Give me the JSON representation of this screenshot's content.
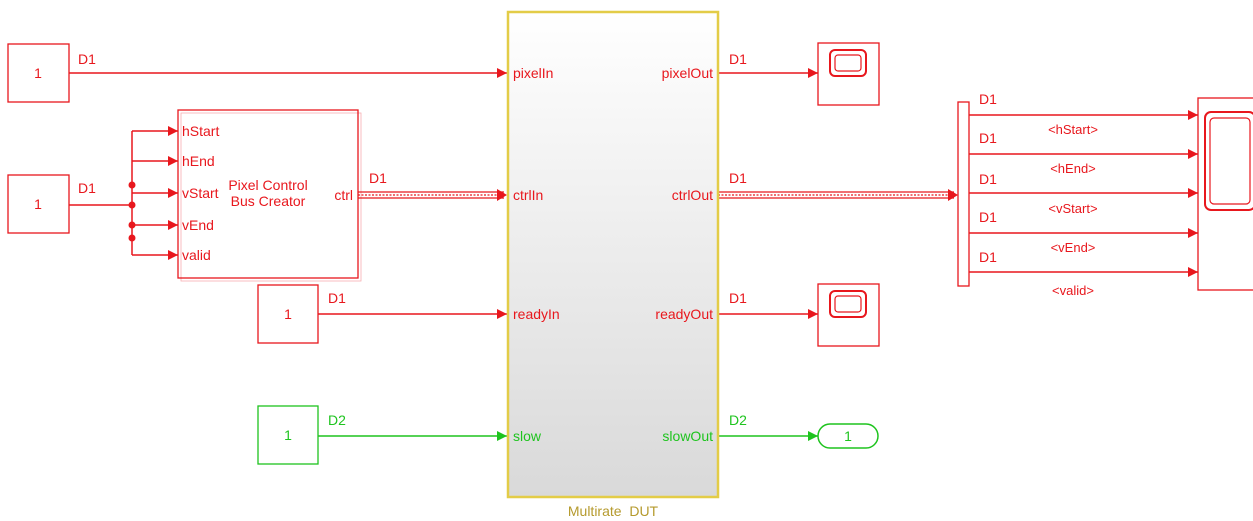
{
  "colors": {
    "red": "#e8171d",
    "green": "#1ec41e",
    "dut_border": "#e3cc47",
    "dut_label": "#b59a2d"
  },
  "constants": {
    "c1": "1",
    "c2": "1",
    "c3": "1",
    "c4": "1"
  },
  "signals": {
    "s_pixel": "D1",
    "s_const2": "D1",
    "s_ctrl_in": "D1",
    "s_ready_in": "D1",
    "s_slow_in": "D2",
    "s_pixel_out": "D1",
    "s_ctrl_out": "D1",
    "s_ready_out": "D1",
    "s_slow_out": "D2",
    "bus_d1_a": "D1",
    "bus_d1_b": "D1",
    "bus_d1_c": "D1",
    "bus_d1_d": "D1",
    "bus_d1_e": "D1"
  },
  "bus_creator": {
    "name_line1": "Pixel Control",
    "name_line2": "Bus Creator",
    "ports": [
      "hStart",
      "hEnd",
      "vStart",
      "vEnd",
      "valid"
    ],
    "out_port": "ctrl"
  },
  "dut": {
    "name": "Multirate  DUT",
    "inports": [
      "pixelIn",
      "ctrlIn",
      "readyIn",
      "slow"
    ],
    "outports": [
      "pixelOut",
      "ctrlOut",
      "readyOut",
      "slowOut"
    ]
  },
  "bus_selector": {
    "outputs": [
      "<hStart>",
      "<hEnd>",
      "<vStart>",
      "<vEnd>",
      "<valid>"
    ]
  },
  "outport": {
    "number": "1"
  },
  "icons": [
    "scope-icon",
    "scope-icon",
    "scope-icon"
  ]
}
